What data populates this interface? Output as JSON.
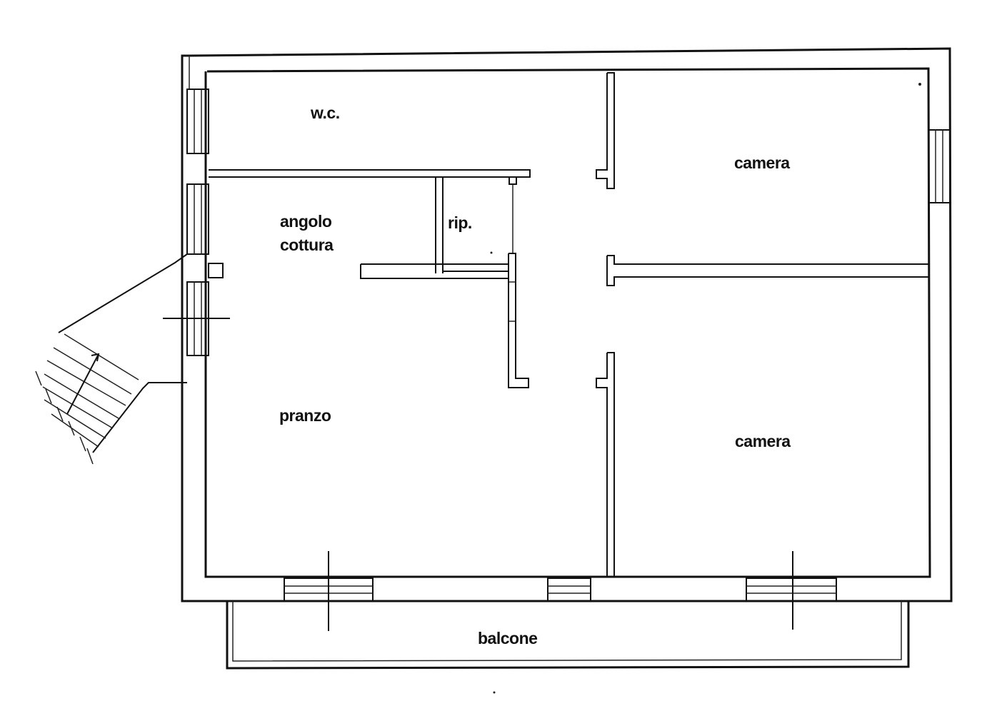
{
  "rooms": {
    "wc": "w.c.",
    "angolo_line1": "angolo",
    "angolo_line2": "cottura",
    "ripostiglio": "rip.",
    "camera_top": "camera",
    "pranzo": "pranzo",
    "camera_bottom": "camera",
    "balcone": "balcone"
  }
}
